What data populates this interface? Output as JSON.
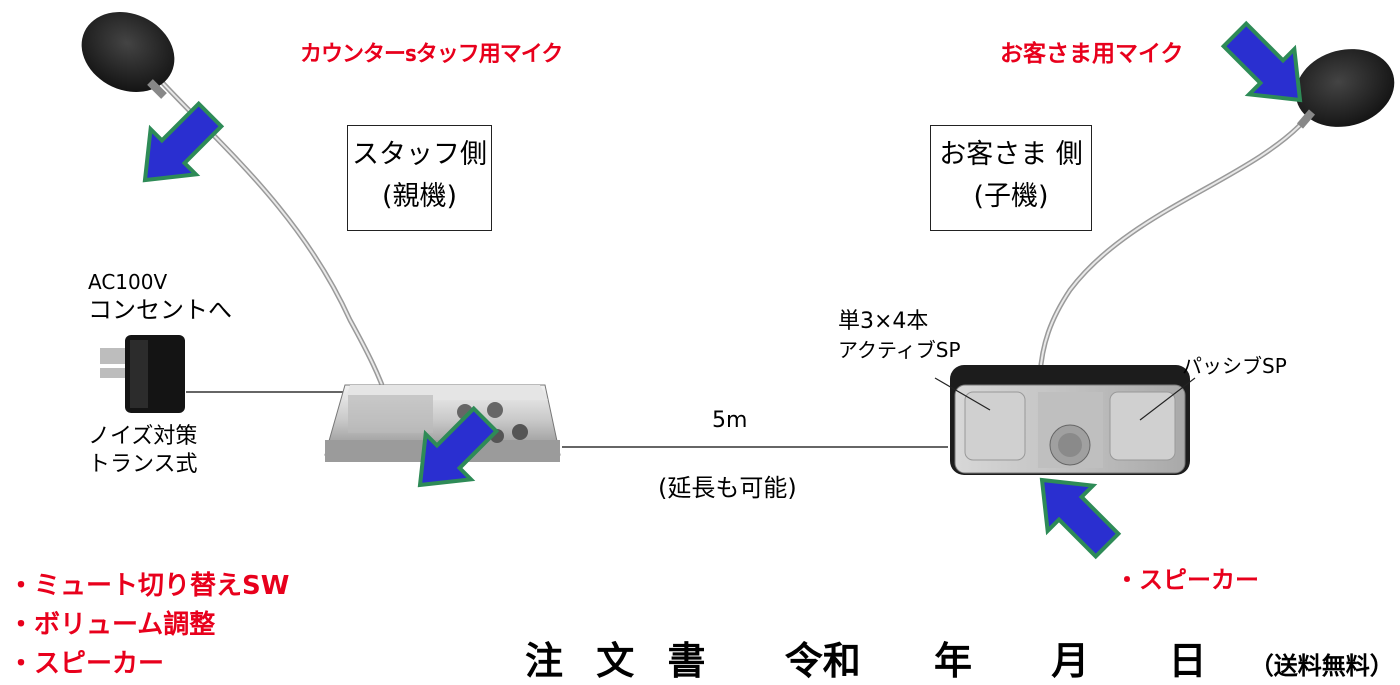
{
  "labels": {
    "staff_mic": "カウンターsタッフ用マイク",
    "customer_mic": "お客さま用マイク",
    "staff_side_line1": "スタッフ側",
    "staff_side_line2": "(親機)",
    "customer_side_line1": "お客さま 側",
    "customer_side_line2": "(子機)",
    "ac_line1": "AC100V",
    "ac_line2": "コンセントへ",
    "noise_line1": "ノイズ対策",
    "noise_line2": "トランス式",
    "active_sp_line1": "単3×4本",
    "active_sp_line2": "アクティブSP",
    "passive_sp": "パッシブSP",
    "cable_length": "5m",
    "cable_note": "(延長も可能)",
    "feature1": "・ミュート切り替えSW",
    "feature2": "・ボリューム調整",
    "feature3": "・スピーカー",
    "speaker_right": "・スピーカー"
  },
  "order": {
    "c1": "注",
    "c2": "文",
    "c3": "書",
    "reiwa": "令和",
    "year": "年",
    "month": "月",
    "day": "日",
    "shipping": "（送料無料）"
  },
  "colors": {
    "label_red": "#e8001c",
    "arrow_blue": "#2a2fd0",
    "arrow_green": "#2e8b57"
  }
}
